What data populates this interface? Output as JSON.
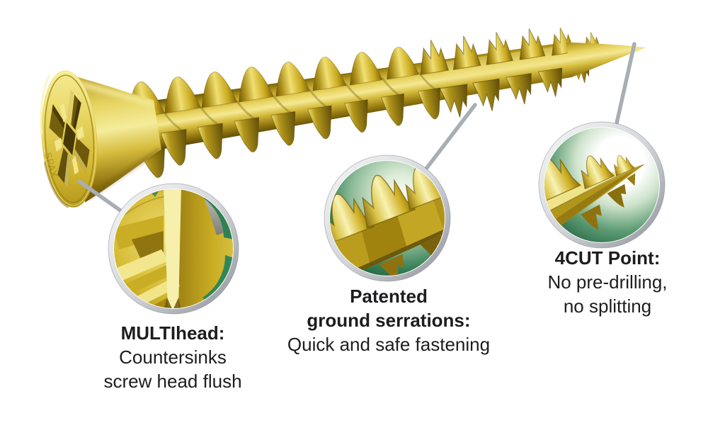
{
  "callouts": [
    {
      "name": "multihead",
      "title": "MULTIhead:",
      "line1": "Countersinks",
      "line2": "screw head flush"
    },
    {
      "name": "ground-serrations",
      "title1": "Patented",
      "title2": "ground serrations:",
      "line1": "Quick and safe fastening"
    },
    {
      "name": "4cut-point",
      "title": "4CUT Point:",
      "line1": "No pre-drilling,",
      "line2": "no splitting"
    }
  ],
  "colors": {
    "gold_light": "#f4ea9a",
    "gold": "#d8c235",
    "gold_dark": "#8a6f0e",
    "green_dark": "#175538",
    "green_mid": "#3c8a5c",
    "ring_gray": "#9aa0a8",
    "callout_line_gray": "#a9aeb4",
    "text": "#1d1d1f",
    "background": "#ffffff"
  }
}
